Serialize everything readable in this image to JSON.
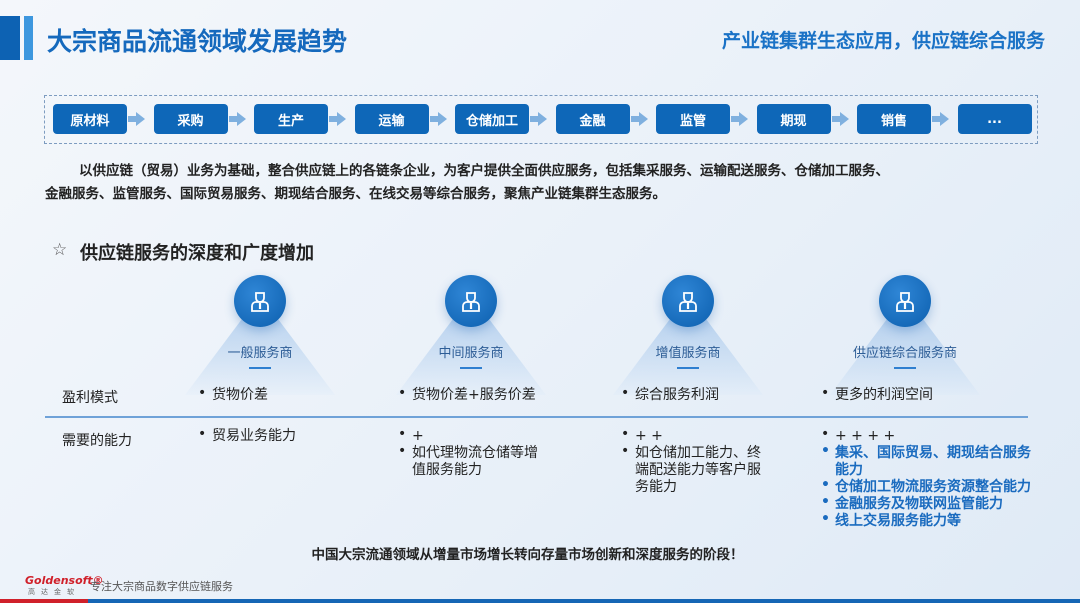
{
  "header": {
    "title": "大宗商品流通领域发展趋势",
    "subtitle": "产业链集群生态应用，供应链综合服务"
  },
  "flow": [
    "原材料",
    "采购",
    "生产",
    "运输",
    "仓储加工",
    "金融",
    "监管",
    "期现",
    "销售",
    "..."
  ],
  "intro": {
    "line1": "以供应链（贸易）业务为基础，整合供应链上的各链条企业，为客户提供全面供应服务，包括集采服务、运输配送服务、仓储加工服务、",
    "line2": "金融服务、监管服务、国际贸易服务、期现结合服务、在线交易等综合服务，聚焦产业链集群生态服务。"
  },
  "section": {
    "star": "☆",
    "heading": "供应链服务的深度和广度增加"
  },
  "row_labels": {
    "profit": "盈利模式",
    "ability": "需要的能力"
  },
  "columns": [
    {
      "label": "一般服务商",
      "profit": "货物价差",
      "ability": [
        "贸易业务能力"
      ]
    },
    {
      "label": "中间服务商",
      "profit": "货物价差+服务价差",
      "ability": [
        "+",
        "如代理物流仓储等增值服务能力"
      ]
    },
    {
      "label": "增值服务商",
      "profit": "综合服务利润",
      "ability": [
        "+ +",
        "如仓储加工能力、终端配送能力等客户服务能力"
      ]
    },
    {
      "label": "供应链综合服务商",
      "profit": "更多的利润空间",
      "ability": [
        "+ + + +",
        "集采、国际贸易、期现结合服务能力",
        "仓储加工物流服务资源整合能力",
        "金融服务及物联网监管能力",
        "线上交易服务能力等"
      ]
    }
  ],
  "conclusion": "中国大宗流通领域从增量市场增长转向存量市场创新和深度服务的阶段！",
  "footer": {
    "logo": "Goldensoft®",
    "logo_cn": "高达金软",
    "slogan": "专注大宗商品数字供应链服务"
  }
}
